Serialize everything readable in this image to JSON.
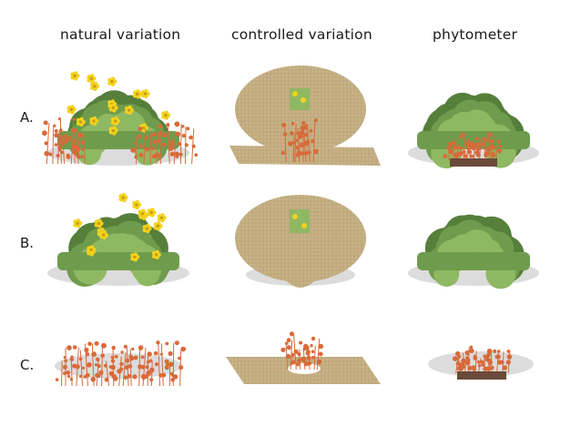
{
  "headers": {
    "natural": "natural variation",
    "controlled": "controlled variation",
    "phytometer": "phytometer"
  },
  "rows": {
    "a": "A.",
    "b": "B.",
    "c": "C."
  },
  "colors": {
    "shrub_light": "#8fb862",
    "shrub_mid": "#6f9c4c",
    "shrub_dark": "#557f3a",
    "flower_yellow": "#f2d21b",
    "flower_center": "#c79a12",
    "herb_orange": "#d86a3a",
    "burlap": "#c9b487",
    "burlap_line": "#a8906a",
    "shadow": "#dcdcdc",
    "pot": "#6b4a3a"
  }
}
